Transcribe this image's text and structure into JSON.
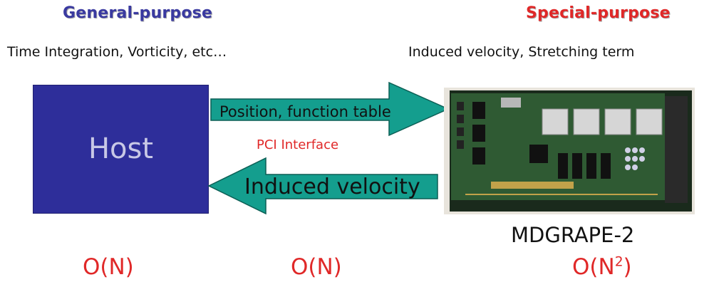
{
  "headings": {
    "general": "General-purpose",
    "special": "Special-purpose"
  },
  "descriptions": {
    "general": "Time Integration, Vorticity, etc…",
    "special": "Induced velocity, Stretching term"
  },
  "host": {
    "label": "Host"
  },
  "arrows": {
    "to_board": "Position, function table",
    "interface": "PCI Interface",
    "to_host": "Induced velocity"
  },
  "board": {
    "caption": "MDGRAPE-2"
  },
  "complexity": {
    "host": "O(N)",
    "transfer": "O(N)",
    "board_base": "O(N",
    "board_exp": "2",
    "board_close": ")"
  },
  "colors": {
    "general_heading": "#3a3aa0",
    "special_heading": "#e02828",
    "host_fill": "#2e2e9a",
    "arrow_fill": "#149e8e",
    "red_text": "#e02828"
  }
}
